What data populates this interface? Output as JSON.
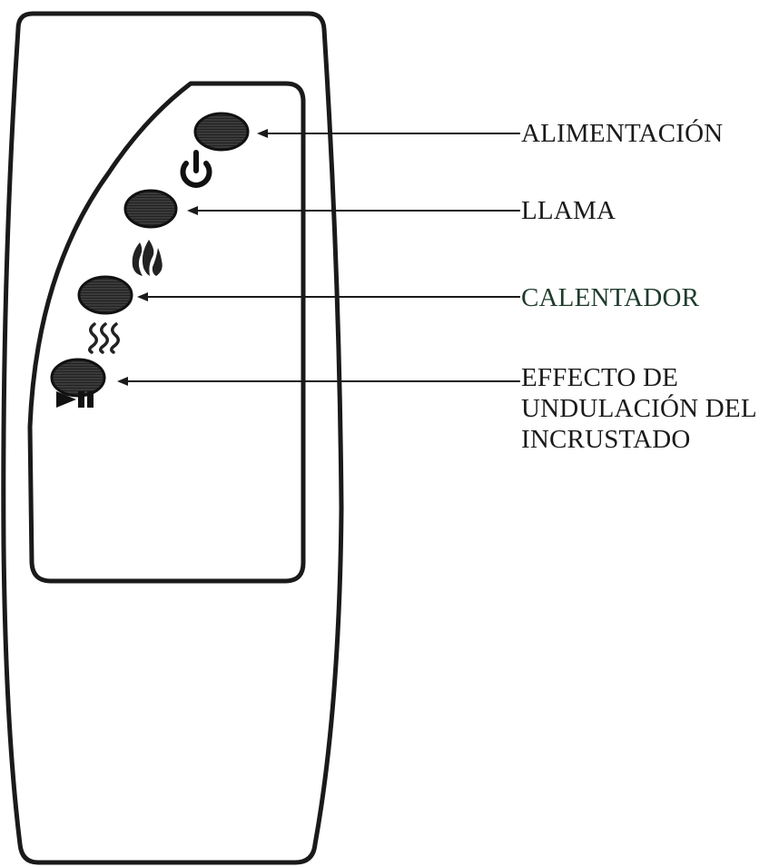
{
  "labels": {
    "power": "ALIMENTACIÓN",
    "flame": "LLAMA",
    "heater": "CALENTADOR",
    "effect": [
      "EFFECTO DE",
      "UNDULACIÓN DEL",
      "INCRUSTADO"
    ]
  },
  "icons": {
    "power": "power-icon",
    "flame": "flame-icon",
    "heater": "heat-waves-icon",
    "effect": "play-pause-icon"
  },
  "colors": {
    "outline": "#1a1a1a",
    "heater_label": "#1f3b2c"
  }
}
